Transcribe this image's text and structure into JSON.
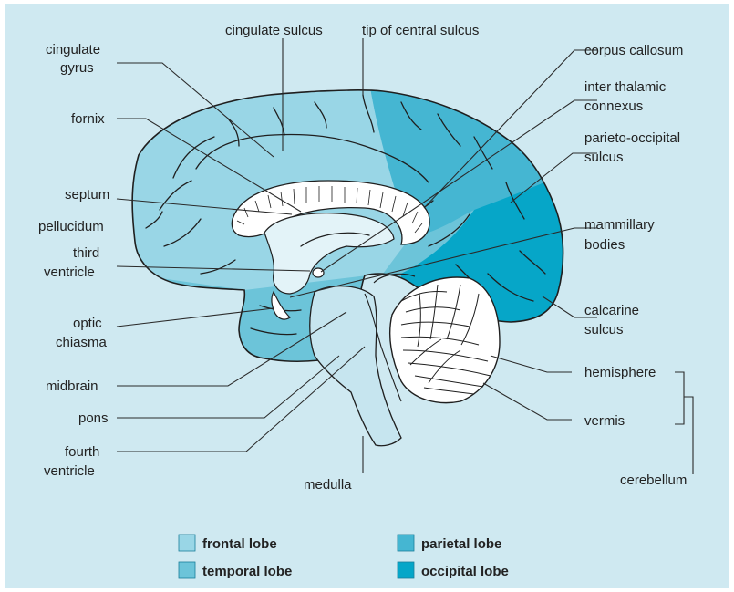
{
  "labels": {
    "cingulate_sulcus": "cingulate sulcus",
    "tip_central_sulcus": "tip of central sulcus",
    "cingulate_gyrus_1": "cingulate",
    "cingulate_gyrus_2": "gyrus",
    "fornix": "fornix",
    "septum_1": "septum",
    "septum_2": "pellucidum",
    "third_ventricle_1": "third",
    "third_ventricle_2": "ventricle",
    "optic_chiasma_1": "optic",
    "optic_chiasma_2": "chiasma",
    "midbrain": "midbrain",
    "pons": "pons",
    "fourth_ventricle_1": "fourth",
    "fourth_ventricle_2": "ventricle",
    "medulla": "medulla",
    "corpus_callosum": "corpus callosum",
    "inter_thalamic_1": "inter thalamic",
    "inter_thalamic_2": "connexus",
    "parieto_occipital_1": "parieto-occipital",
    "parieto_occipital_2": "sulcus",
    "mammillary_1": "mammillary",
    "mammillary_2": "bodies",
    "calcarine_1": "calcarine",
    "calcarine_2": "sulcus",
    "hemisphere": "hemisphere",
    "vermis": "vermis",
    "cerebellum": "cerebellum"
  },
  "legend": [
    {
      "label": "frontal lobe",
      "color": "#99d6e6"
    },
    {
      "label": "temporal lobe",
      "color": "#6cc4d9"
    },
    {
      "label": "parietal lobe",
      "color": "#45b6d2"
    },
    {
      "label": "occipital lobe",
      "color": "#06a6c8"
    }
  ],
  "colors": {
    "background": "#cfe9f1",
    "frontal": "#99d6e6",
    "temporal": "#6cc4d9",
    "parietal": "#45b6d2",
    "occipital": "#06a6c8",
    "brainstem": "#c6e5ef",
    "ventricle": "#e3f3f8"
  }
}
